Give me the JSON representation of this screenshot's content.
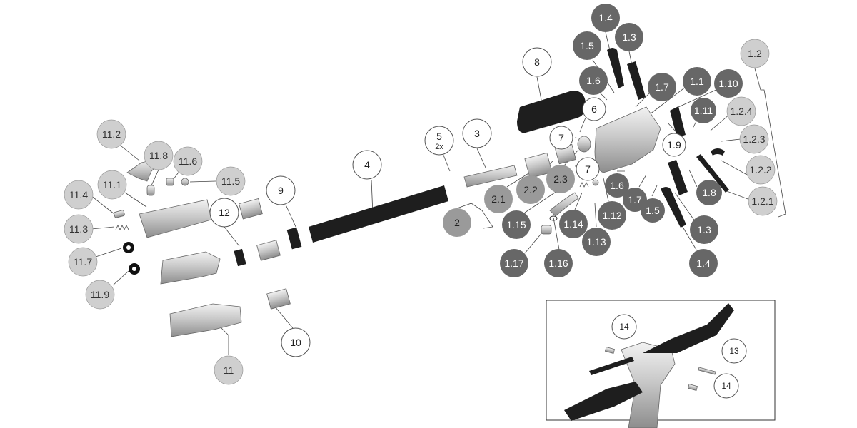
{
  "diagram": {
    "callouts": {
      "p11_2": "11.2",
      "p11_8": "11.8",
      "p11_6": "11.6",
      "p11_1": "11.1",
      "p11_5": "11.5",
      "p11_4": "11.4",
      "p11_3": "11.3",
      "p11_7": "11.7",
      "p11_9": "11.9",
      "p11": "11",
      "p12": "12",
      "p9": "9",
      "p10": "10",
      "p4": "4",
      "p5": "5",
      "p5_qty": "2x",
      "p3": "3",
      "p2": "2",
      "p8": "8",
      "p6": "6",
      "p7a": "7",
      "p7b": "7",
      "p2_1": "2.1",
      "p2_2": "2.2",
      "p2_3": "2.3",
      "p1_15": "1.15",
      "p1_14": "1.14",
      "p1_13": "1.13",
      "p1_12": "1.12",
      "p1_17": "1.17",
      "p1_16": "1.16",
      "p1_4a": "1.4",
      "p1_3a": "1.3",
      "p1_5a": "1.5",
      "p1_6a": "1.6",
      "p1_7a": "1.7",
      "p1_1": "1.1",
      "p1_10": "1.10",
      "p1_11": "1.11",
      "p1_9": "1.9",
      "p1_2": "1.2",
      "p1_2_4": "1.2.4",
      "p1_2_3": "1.2.3",
      "p1_2_2": "1.2.2",
      "p1_2_1": "1.2.1",
      "p1_8": "1.8",
      "p1_3b": "1.3",
      "p1_4b": "1.4",
      "p1_6b": "1.6",
      "p1_7b": "1.7",
      "p1_5b": "1.5",
      "p14a": "14",
      "p13": "13",
      "p14b": "14"
    },
    "colors": {
      "dark": "#676767",
      "medium": "#9a9a9a",
      "light": "#cfcfcf",
      "white": "#ffffff"
    }
  }
}
